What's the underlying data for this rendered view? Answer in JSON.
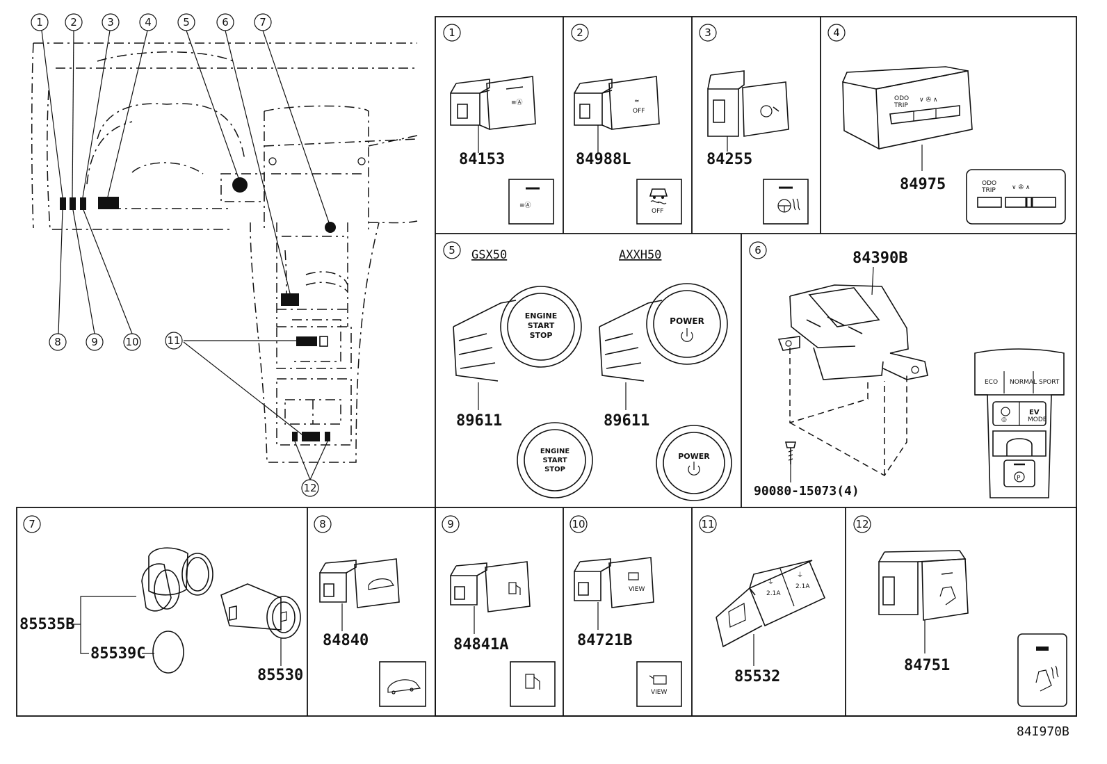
{
  "overview": {
    "callouts_top": [
      "1",
      "2",
      "3",
      "4",
      "5",
      "6",
      "7"
    ],
    "callouts_bottom": [
      "8",
      "9",
      "10"
    ],
    "callout_11": "11",
    "callout_12": "12"
  },
  "panels": [
    {
      "id": "1",
      "part_number": "84153"
    },
    {
      "id": "2",
      "part_number": "84988L",
      "icon_text": "OFF"
    },
    {
      "id": "3",
      "part_number": "84255"
    },
    {
      "id": "4",
      "part_number": "84975",
      "detail_labels": [
        "ODO",
        "TRIP"
      ]
    },
    {
      "id": "5",
      "models": [
        "GSX50",
        "AXXH50"
      ],
      "part_numbers": [
        "89611",
        "89611"
      ],
      "engine_button_lines": [
        "ENGINE",
        "START",
        "STOP"
      ],
      "power_button_label": "POWER"
    },
    {
      "id": "6",
      "part_number": "84390B",
      "screw_part": "90080-15073(4)",
      "mode_labels": [
        "ECO",
        "NORMAL",
        "SPORT"
      ],
      "ev_label": "EV",
      "ev_sub": "MODE"
    },
    {
      "id": "7",
      "part_numbers": [
        "85535B",
        "85539C",
        "85530"
      ]
    },
    {
      "id": "8",
      "part_number": "84840"
    },
    {
      "id": "9",
      "part_number": "84841A"
    },
    {
      "id": "10",
      "part_number": "84721B",
      "icon_text": "VIEW"
    },
    {
      "id": "11",
      "part_number": "85532",
      "usb_label": "2.1A"
    },
    {
      "id": "12",
      "part_number": "84751"
    }
  ],
  "reference_code": "84I970B"
}
